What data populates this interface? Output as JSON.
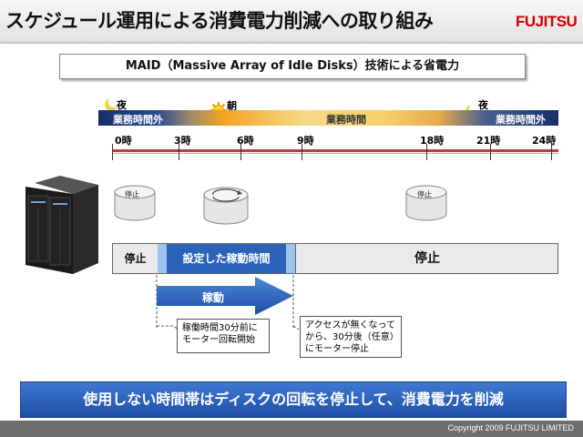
{
  "header": {
    "title": "スケジュール運用による消費電力削減への取り組み",
    "logo": "FUJITSU"
  },
  "subtitle": "MAID（Massive Array of Idle Disks）技術による省電力",
  "timeline": {
    "period_labels": [
      "夜",
      "朝",
      "夜"
    ],
    "band_labels": [
      "業務時間外",
      "業務時間",
      "業務時間外"
    ],
    "ticks": [
      "0時",
      "3時",
      "6時",
      "9時",
      "18時",
      "21時",
      "24時"
    ]
  },
  "disks": {
    "labels": [
      "停止",
      "",
      "停止"
    ]
  },
  "state_bar": {
    "stop_left": "停止",
    "running": "設定した稼動時間",
    "stop_right": "停止"
  },
  "arrow_label": "稼動",
  "notes": {
    "start": [
      "稼働時間30分前に",
      "モーター回転開始"
    ],
    "stop": [
      "アクセスが無くなって",
      "から、30分後（任意）",
      "にモーター停止"
    ]
  },
  "banner": "使用しない時間帯はディスクの回転を停止して、消費電力を削減",
  "footer": "Copyright 2009 FUJITSU  LIMITED",
  "colors": {
    "brand_red": "#d20000",
    "banner_blue": "#2a5fb8",
    "running_blue": "#2b63b8"
  },
  "icons": [
    "moon-icon",
    "sun-icon",
    "moon-icon",
    "storage-server-icon",
    "disk-icon",
    "arrow-right-icon"
  ]
}
